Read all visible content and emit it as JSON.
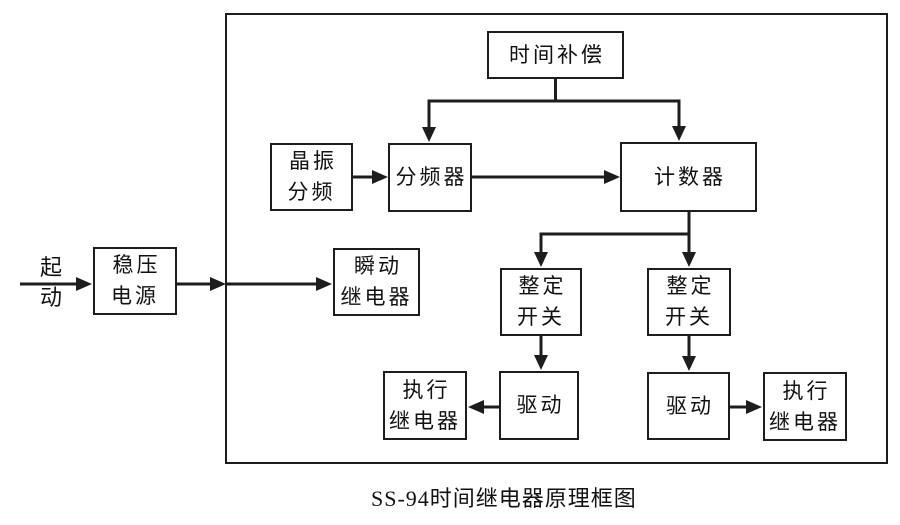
{
  "diagram": {
    "caption": "SS-94时间继电器原理框图",
    "input_label": "起\n动",
    "nodes": {
      "time_compensation": "时间补偿",
      "crystal_divider": "晶振\n分频",
      "frequency_divider": "分频器",
      "counter": "计数器",
      "power_supply": "稳压\n电源",
      "instant_relay": "瞬动\n继电器",
      "setting_switch_left": "整定\n开关",
      "setting_switch_right": "整定\n开关",
      "drive_left": "驱动",
      "drive_right": "驱动",
      "exec_relay_left": "执行\n继电器",
      "exec_relay_right": "执行\n继电器"
    },
    "colors": {
      "line": "#1d1d1d",
      "box_bg": "#ffffff",
      "text": "#111111"
    }
  }
}
